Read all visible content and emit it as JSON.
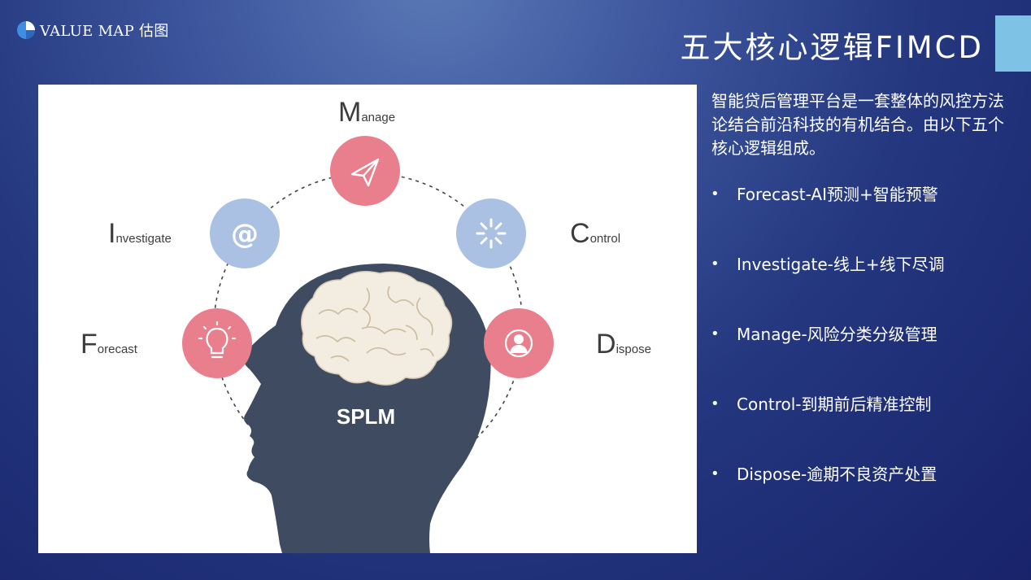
{
  "brand": {
    "logo_text": "VALUE MAP 估图"
  },
  "title": "五大核心逻辑FIMCD",
  "diagram": {
    "center_label": "SPLM",
    "nodes": [
      {
        "initial": "M",
        "rest": "anage",
        "icon": "paper-plane-icon"
      },
      {
        "initial": "I",
        "rest": "nvestigate",
        "icon": "at-sign-icon"
      },
      {
        "initial": "C",
        "rest": "ontrol",
        "icon": "loading-spinner-icon"
      },
      {
        "initial": "F",
        "rest": "orecast",
        "icon": "lightbulb-icon"
      },
      {
        "initial": "D",
        "rest": "ispose",
        "icon": "user-avatar-icon"
      }
    ],
    "colors": {
      "pink": "#e97f8c",
      "blue": "#aac1e3",
      "head": "#3f4b60",
      "brain": "#f3ece0"
    }
  },
  "intro_text": "智能贷后管理平台是一套整体的风控方法论结合前沿科技的有机结合。由以下五个核心逻辑组成。",
  "bullet_marker": "•",
  "bullets": [
    "Forecast-AI预测+智能预警",
    "Investigate-线上+线下尽调",
    "Manage-风险分类分级管理",
    "Control-到期前后精准控制",
    "Dispose-逾期不良资产处置"
  ],
  "accent_color": "#7ec3e6"
}
